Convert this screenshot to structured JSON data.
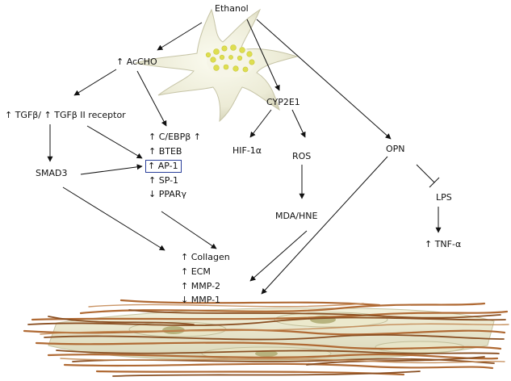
{
  "nodes": {
    "ethanol": "Ethanol",
    "acetaldehyde": "↑ AcCHO",
    "tgf": "↑ TGFβ/ ↑ TGFβ II  receptor",
    "smad3": "SMAD3",
    "tf_cebp": "↑ C/EBPβ ↑",
    "tf_bteb": "↑ BTEB",
    "tf_ap1": "↑ AP-1",
    "tf_sp1": "↑ SP-1",
    "tf_ppar": "↓ PPARγ",
    "cyp2e1": "CYP2E1",
    "hif": "HIF-1α",
    "ros": "ROS",
    "mda": "MDA/HNE",
    "opn": "OPN",
    "lps": "LPS",
    "tnf": "↑ TNF-α",
    "out_collagen": "↑ Collagen",
    "out_ecm": "↑ ECM",
    "out_mmp2": "↑ MMP-2",
    "out_mmp1": "↓ MMP-1"
  },
  "colors": {
    "cell_fill": "#efeedd",
    "cell_shadow": "#c9c8ad",
    "nucleus": "#dede60",
    "fiber": "#b5703a",
    "fiber_dark": "#8a4f22",
    "ap1_box": "#2a3f9a",
    "arrow": "#111111"
  },
  "icons": [
    "stellate-cell-illustration",
    "collagen-fiber-mesh"
  ]
}
